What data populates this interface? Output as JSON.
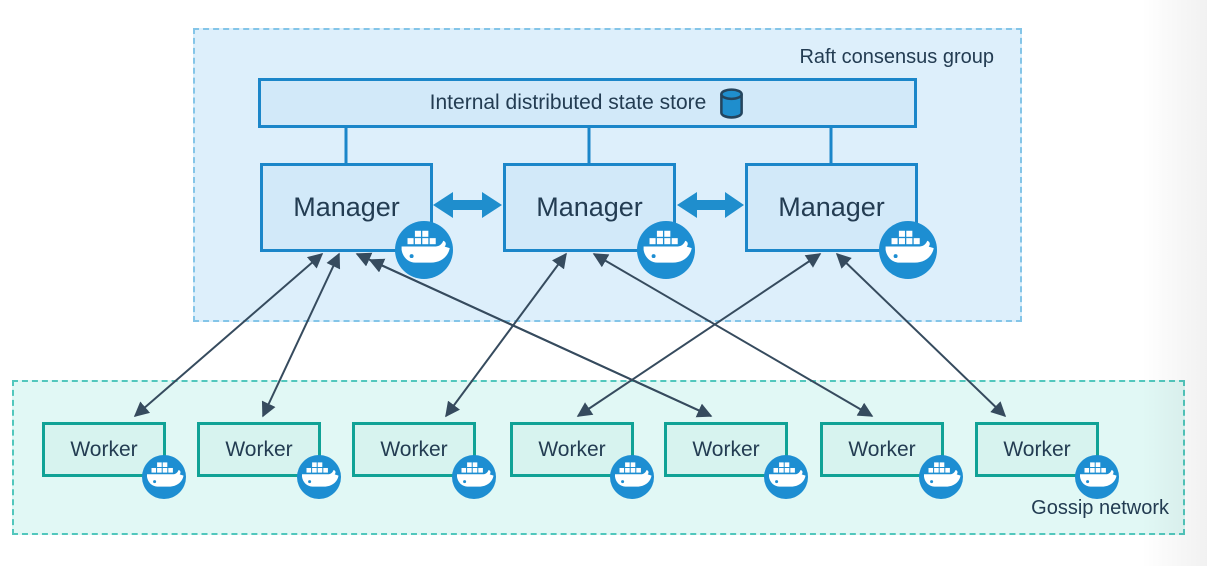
{
  "colors": {
    "raft-bg": "#ddeffb",
    "raft-border": "#84c5e8",
    "node-blue-fill": "#d2e9f9",
    "node-blue-border": "#1b86c9",
    "worker-fill": "#d7f3ef",
    "worker-border": "#10a296",
    "gossip-bg": "#e1f8f5",
    "gossip-border": "#52c7bd",
    "thin-arrow": "#364b5e",
    "thick-arrow": "#1f8ecd",
    "docker-blue": "#1d8ed2",
    "text": "#233c52"
  },
  "raft_group": {
    "label": "Raft consensus group"
  },
  "state_store": {
    "label": "Internal distributed state store",
    "icon": "database-cylinder-icon"
  },
  "managers": [
    {
      "id": "manager-1",
      "label": "Manager",
      "icon": "docker-whale-icon"
    },
    {
      "id": "manager-2",
      "label": "Manager",
      "icon": "docker-whale-icon"
    },
    {
      "id": "manager-3",
      "label": "Manager",
      "icon": "docker-whale-icon"
    }
  ],
  "gossip_network": {
    "label": "Gossip network"
  },
  "workers": [
    {
      "id": "worker-1",
      "label": "Worker",
      "icon": "docker-whale-icon"
    },
    {
      "id": "worker-2",
      "label": "Worker",
      "icon": "docker-whale-icon"
    },
    {
      "id": "worker-3",
      "label": "Worker",
      "icon": "docker-whale-icon"
    },
    {
      "id": "worker-4",
      "label": "Worker",
      "icon": "docker-whale-icon"
    },
    {
      "id": "worker-5",
      "label": "Worker",
      "icon": "docker-whale-icon"
    },
    {
      "id": "worker-6",
      "label": "Worker",
      "icon": "docker-whale-icon"
    },
    {
      "id": "worker-7",
      "label": "Worker",
      "icon": "docker-whale-icon"
    }
  ],
  "connections": {
    "store_to_managers": [
      "manager-1",
      "manager-2",
      "manager-3"
    ],
    "manager_to_manager": [
      {
        "from": "manager-1",
        "to": "manager-2",
        "style": "thick-double-arrow"
      },
      {
        "from": "manager-2",
        "to": "manager-3",
        "style": "thick-double-arrow"
      }
    ],
    "manager_to_worker": [
      {
        "from": "manager-1",
        "to": "worker-1",
        "style": "thin-double-arrow"
      },
      {
        "from": "manager-1",
        "to": "worker-2",
        "style": "thin-double-arrow"
      },
      {
        "from": "manager-1",
        "to": "worker-5",
        "style": "thin-double-arrow"
      },
      {
        "from": "manager-2",
        "to": "worker-3",
        "style": "thin-double-arrow"
      },
      {
        "from": "manager-2",
        "to": "worker-6",
        "style": "thin-double-arrow"
      },
      {
        "from": "manager-3",
        "to": "worker-4",
        "style": "thin-double-arrow"
      },
      {
        "from": "manager-3",
        "to": "worker-7",
        "style": "thin-double-arrow"
      }
    ]
  }
}
